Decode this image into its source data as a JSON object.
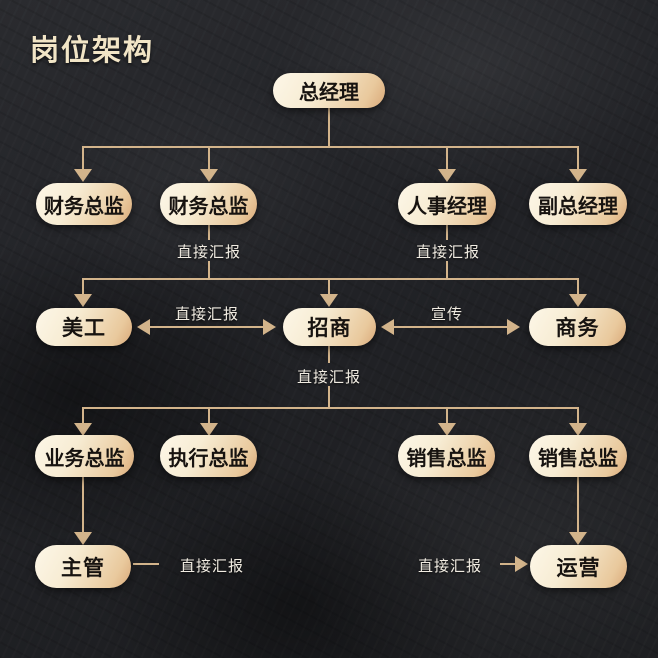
{
  "title": "岗位架构",
  "colors": {
    "background": "#232428",
    "line_gold": "#d3b48b",
    "box_gradient_light": "#fdf7e8",
    "box_gradient_dark": "#d9a878",
    "box_text": "#171310",
    "edge_label_text": "#f1ece2",
    "title_text": "#f2e5c6"
  },
  "nodes": [
    {
      "id": "general-manager",
      "label": "总经理"
    },
    {
      "id": "finance-director-1",
      "label": "财务总监"
    },
    {
      "id": "finance-director-2",
      "label": "财务总监"
    },
    {
      "id": "hr-manager",
      "label": "人事经理"
    },
    {
      "id": "deputy-general-manager",
      "label": "副总经理"
    },
    {
      "id": "art-designer",
      "label": "美工"
    },
    {
      "id": "merchant-recruiting",
      "label": "招商"
    },
    {
      "id": "business",
      "label": "商务"
    },
    {
      "id": "business-director",
      "label": "业务总监"
    },
    {
      "id": "execution-director",
      "label": "执行总监"
    },
    {
      "id": "sales-director-1",
      "label": "销售总监"
    },
    {
      "id": "sales-director-2",
      "label": "销售总监"
    },
    {
      "id": "supervisor",
      "label": "主管"
    },
    {
      "id": "operations",
      "label": "运营"
    }
  ],
  "edge_labels": [
    {
      "id": "direct-report-finance2",
      "label": "直接汇报"
    },
    {
      "id": "direct-report-hr",
      "label": "直接汇报"
    },
    {
      "id": "direct-report-art-merchant",
      "label": "直接汇报"
    },
    {
      "id": "publicity-merchant-business",
      "label": "宣传"
    },
    {
      "id": "direct-report-merchant-down",
      "label": "直接汇报"
    },
    {
      "id": "direct-report-supervisor",
      "label": "直接汇报"
    },
    {
      "id": "direct-report-operations",
      "label": "直接汇报"
    }
  ]
}
